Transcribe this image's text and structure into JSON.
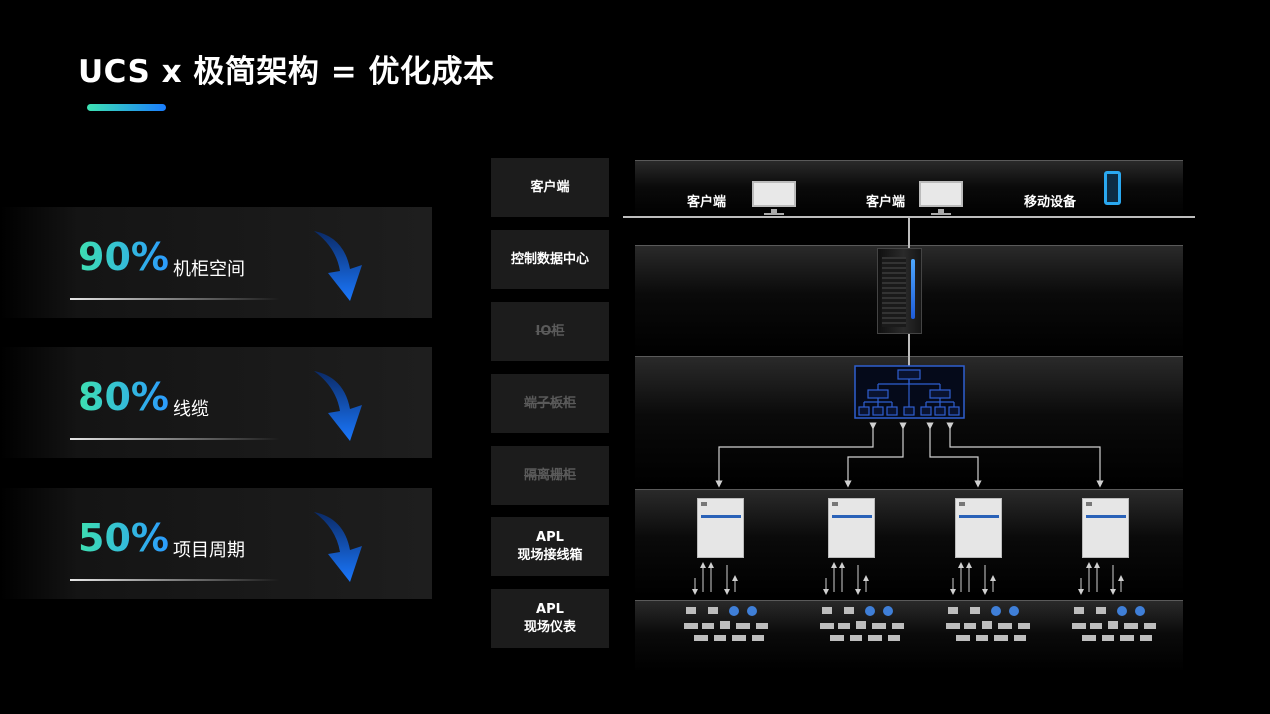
{
  "title": "UCS x 极简架构 = 优化成本",
  "stats": [
    {
      "value": "90%",
      "label": "机柜空间"
    },
    {
      "value": "80%",
      "label": "线缆"
    },
    {
      "value": "50%",
      "label": "项目周期"
    }
  ],
  "layers": [
    {
      "line1": "客户端",
      "line2": "",
      "disabled": false
    },
    {
      "line1": "控制数据中心",
      "line2": "",
      "disabled": false
    },
    {
      "line1": "IO柜",
      "line2": "",
      "disabled": true
    },
    {
      "line1": "端子板柜",
      "line2": "",
      "disabled": true
    },
    {
      "line1": "隔离栅柜",
      "line2": "",
      "disabled": true
    },
    {
      "line1": "APL",
      "line2": "现场接线箱",
      "disabled": false
    },
    {
      "line1": "APL",
      "line2": "现场仪表",
      "disabled": false
    }
  ],
  "clients": [
    {
      "label": "客户端",
      "icon": "monitor-icon"
    },
    {
      "label": "客户端",
      "icon": "monitor-icon"
    },
    {
      "label": "移动设备",
      "icon": "phone-icon"
    }
  ],
  "colors": {
    "accent_start": "#3de3b2",
    "accent_end": "#1a7dff",
    "arrow_blue": "#1a6cf0",
    "switch_blue": "#2f5fd0"
  }
}
